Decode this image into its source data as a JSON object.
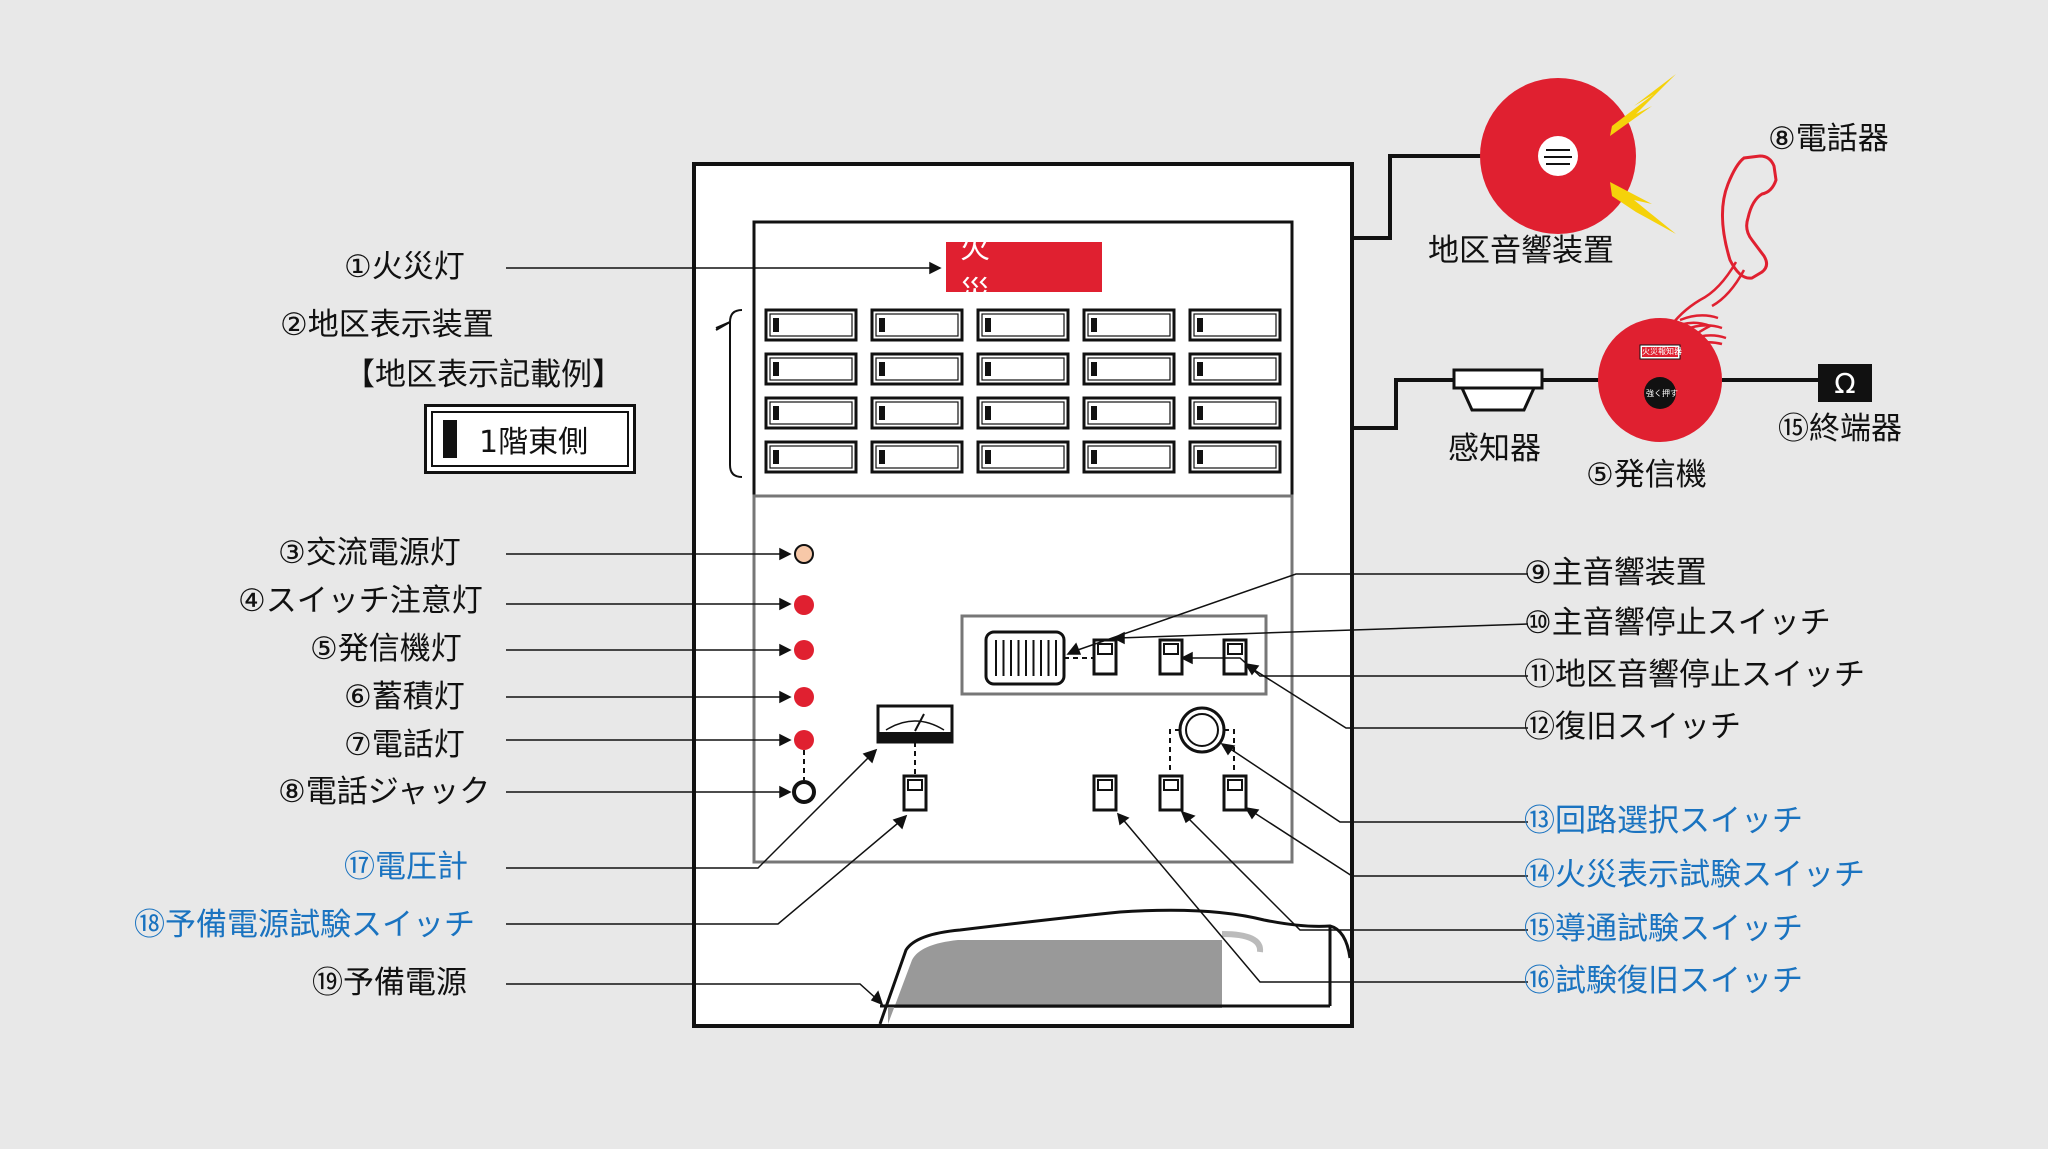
{
  "fire_sign": "火　災",
  "example_title": "【地区表示記載例】",
  "example_text": "1階東側",
  "terminal_symbol": "Ω",
  "colors": {
    "lamp_red": "#e02030",
    "ac_lamp": "#f7c8a8",
    "blue_label": "#1a73c0",
    "battery": "#999999",
    "background": "#e8e8e8"
  },
  "left_labels": [
    {
      "id": "1",
      "text": "①火災灯",
      "blue": false
    },
    {
      "id": "2",
      "text": "②地区表示装置",
      "blue": false
    },
    {
      "id": "3",
      "text": "③交流電源灯",
      "blue": false
    },
    {
      "id": "4",
      "text": "④スイッチ注意灯",
      "blue": false
    },
    {
      "id": "5",
      "text": "⑤発信機灯",
      "blue": false
    },
    {
      "id": "6",
      "text": "⑥蓄積灯",
      "blue": false
    },
    {
      "id": "7",
      "text": "⑦電話灯",
      "blue": false
    },
    {
      "id": "8",
      "text": "⑧電話ジャック",
      "blue": false
    },
    {
      "id": "17",
      "text": "⑰電圧計",
      "blue": true
    },
    {
      "id": "18",
      "text": "⑱予備電源試験スイッチ",
      "blue": true
    },
    {
      "id": "19",
      "text": "⑲予備電源",
      "blue": false
    }
  ],
  "right_labels": [
    {
      "id": "9",
      "text": "⑨主音響装置",
      "blue": false
    },
    {
      "id": "10",
      "text": "⑩主音響停止スイッチ",
      "blue": false
    },
    {
      "id": "11",
      "text": "⑪地区音響停止スイッチ",
      "blue": false
    },
    {
      "id": "12",
      "text": "⑫復旧スイッチ",
      "blue": false
    },
    {
      "id": "13",
      "text": "⑬回路選択スイッチ",
      "blue": true
    },
    {
      "id": "14",
      "text": "⑭火災表示試験スイッチ",
      "blue": true
    },
    {
      "id": "15",
      "text": "⑮導通試験スイッチ",
      "blue": true
    },
    {
      "id": "16",
      "text": "⑯試験復旧スイッチ",
      "blue": true
    }
  ],
  "external_labels": {
    "bell": "地区音響装置",
    "phone": "⑧電話器",
    "detector": "感知器",
    "transmitter": "⑤発信機",
    "terminal": "⑮終端器"
  },
  "transmitter_sign_top": "火災報知器",
  "transmitter_sign_button": "強く押す"
}
